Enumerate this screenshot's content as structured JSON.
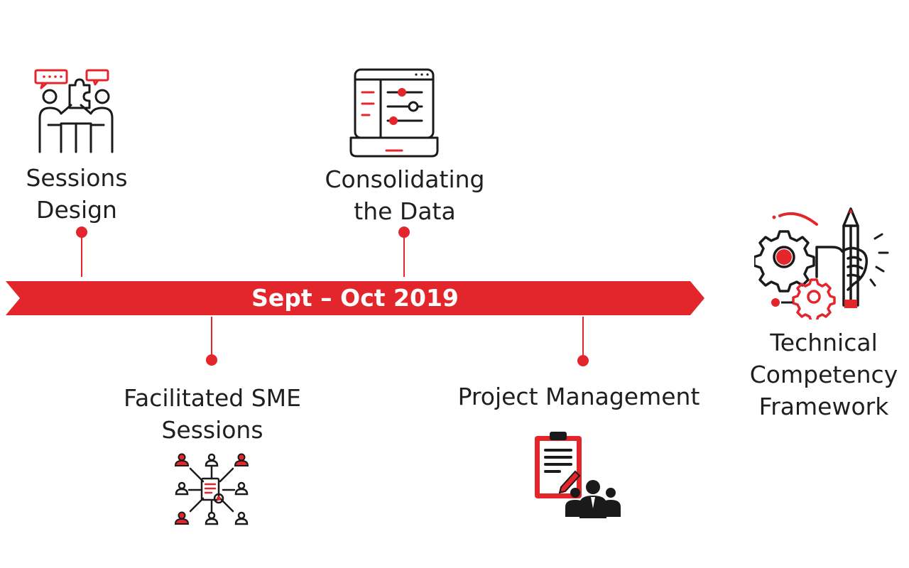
{
  "timeline": {
    "period": "Sept – Oct 2019"
  },
  "milestones": [
    {
      "label": "Sessions\nDesign",
      "icon": "meeting-icon",
      "position": "above"
    },
    {
      "label": "Facilitated SME\nSessions",
      "icon": "network-people-icon",
      "position": "below"
    },
    {
      "label": "Consolidating\nthe  Data",
      "icon": "laptop-sliders-icon",
      "position": "above"
    },
    {
      "label": "Project Management",
      "icon": "clipboard-team-icon",
      "position": "below"
    }
  ],
  "outcome": {
    "label": "Technical\nCompetency\nFramework",
    "icon": "gears-pencil-icon"
  },
  "colors": {
    "accent": "#e3262b",
    "ink": "#1a1a1a"
  }
}
